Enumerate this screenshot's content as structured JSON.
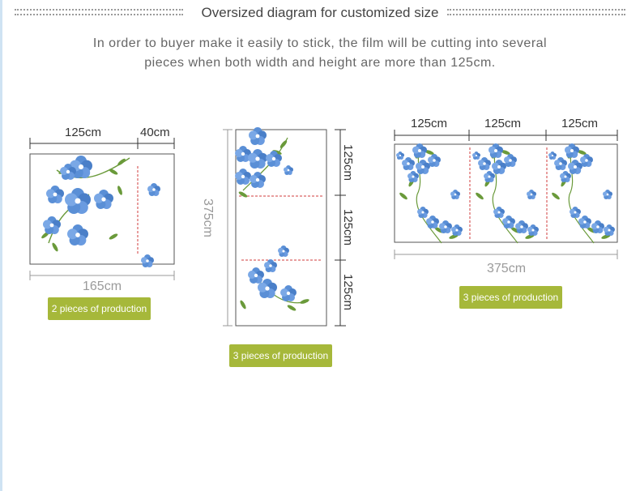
{
  "header": {
    "title": "Oversized diagram for customized size",
    "description_line1": "In order to buyer make it easily to stick, the film will be cutting into several",
    "description_line2": "pieces when both width and height are more than 125cm."
  },
  "diagram_left": {
    "width_label_1": "125cm",
    "width_label_2": "40cm",
    "total_label": "165cm",
    "badge": "2 pieces of production"
  },
  "diagram_middle": {
    "height_total": "375cm",
    "segment_1": "125cm",
    "segment_2": "125cm",
    "segment_3": "125cm",
    "badge": "3 pieces of production"
  },
  "diagram_right": {
    "segment_1": "125cm",
    "segment_2": "125cm",
    "segment_3": "125cm",
    "total_label": "375cm",
    "badge": "3 pieces of production"
  },
  "colors": {
    "accent_badge": "#a6b83a",
    "flower_blue": "#5a8fd6",
    "leaf_green": "#6a9a3a",
    "cut_line": "#d23c3c"
  }
}
